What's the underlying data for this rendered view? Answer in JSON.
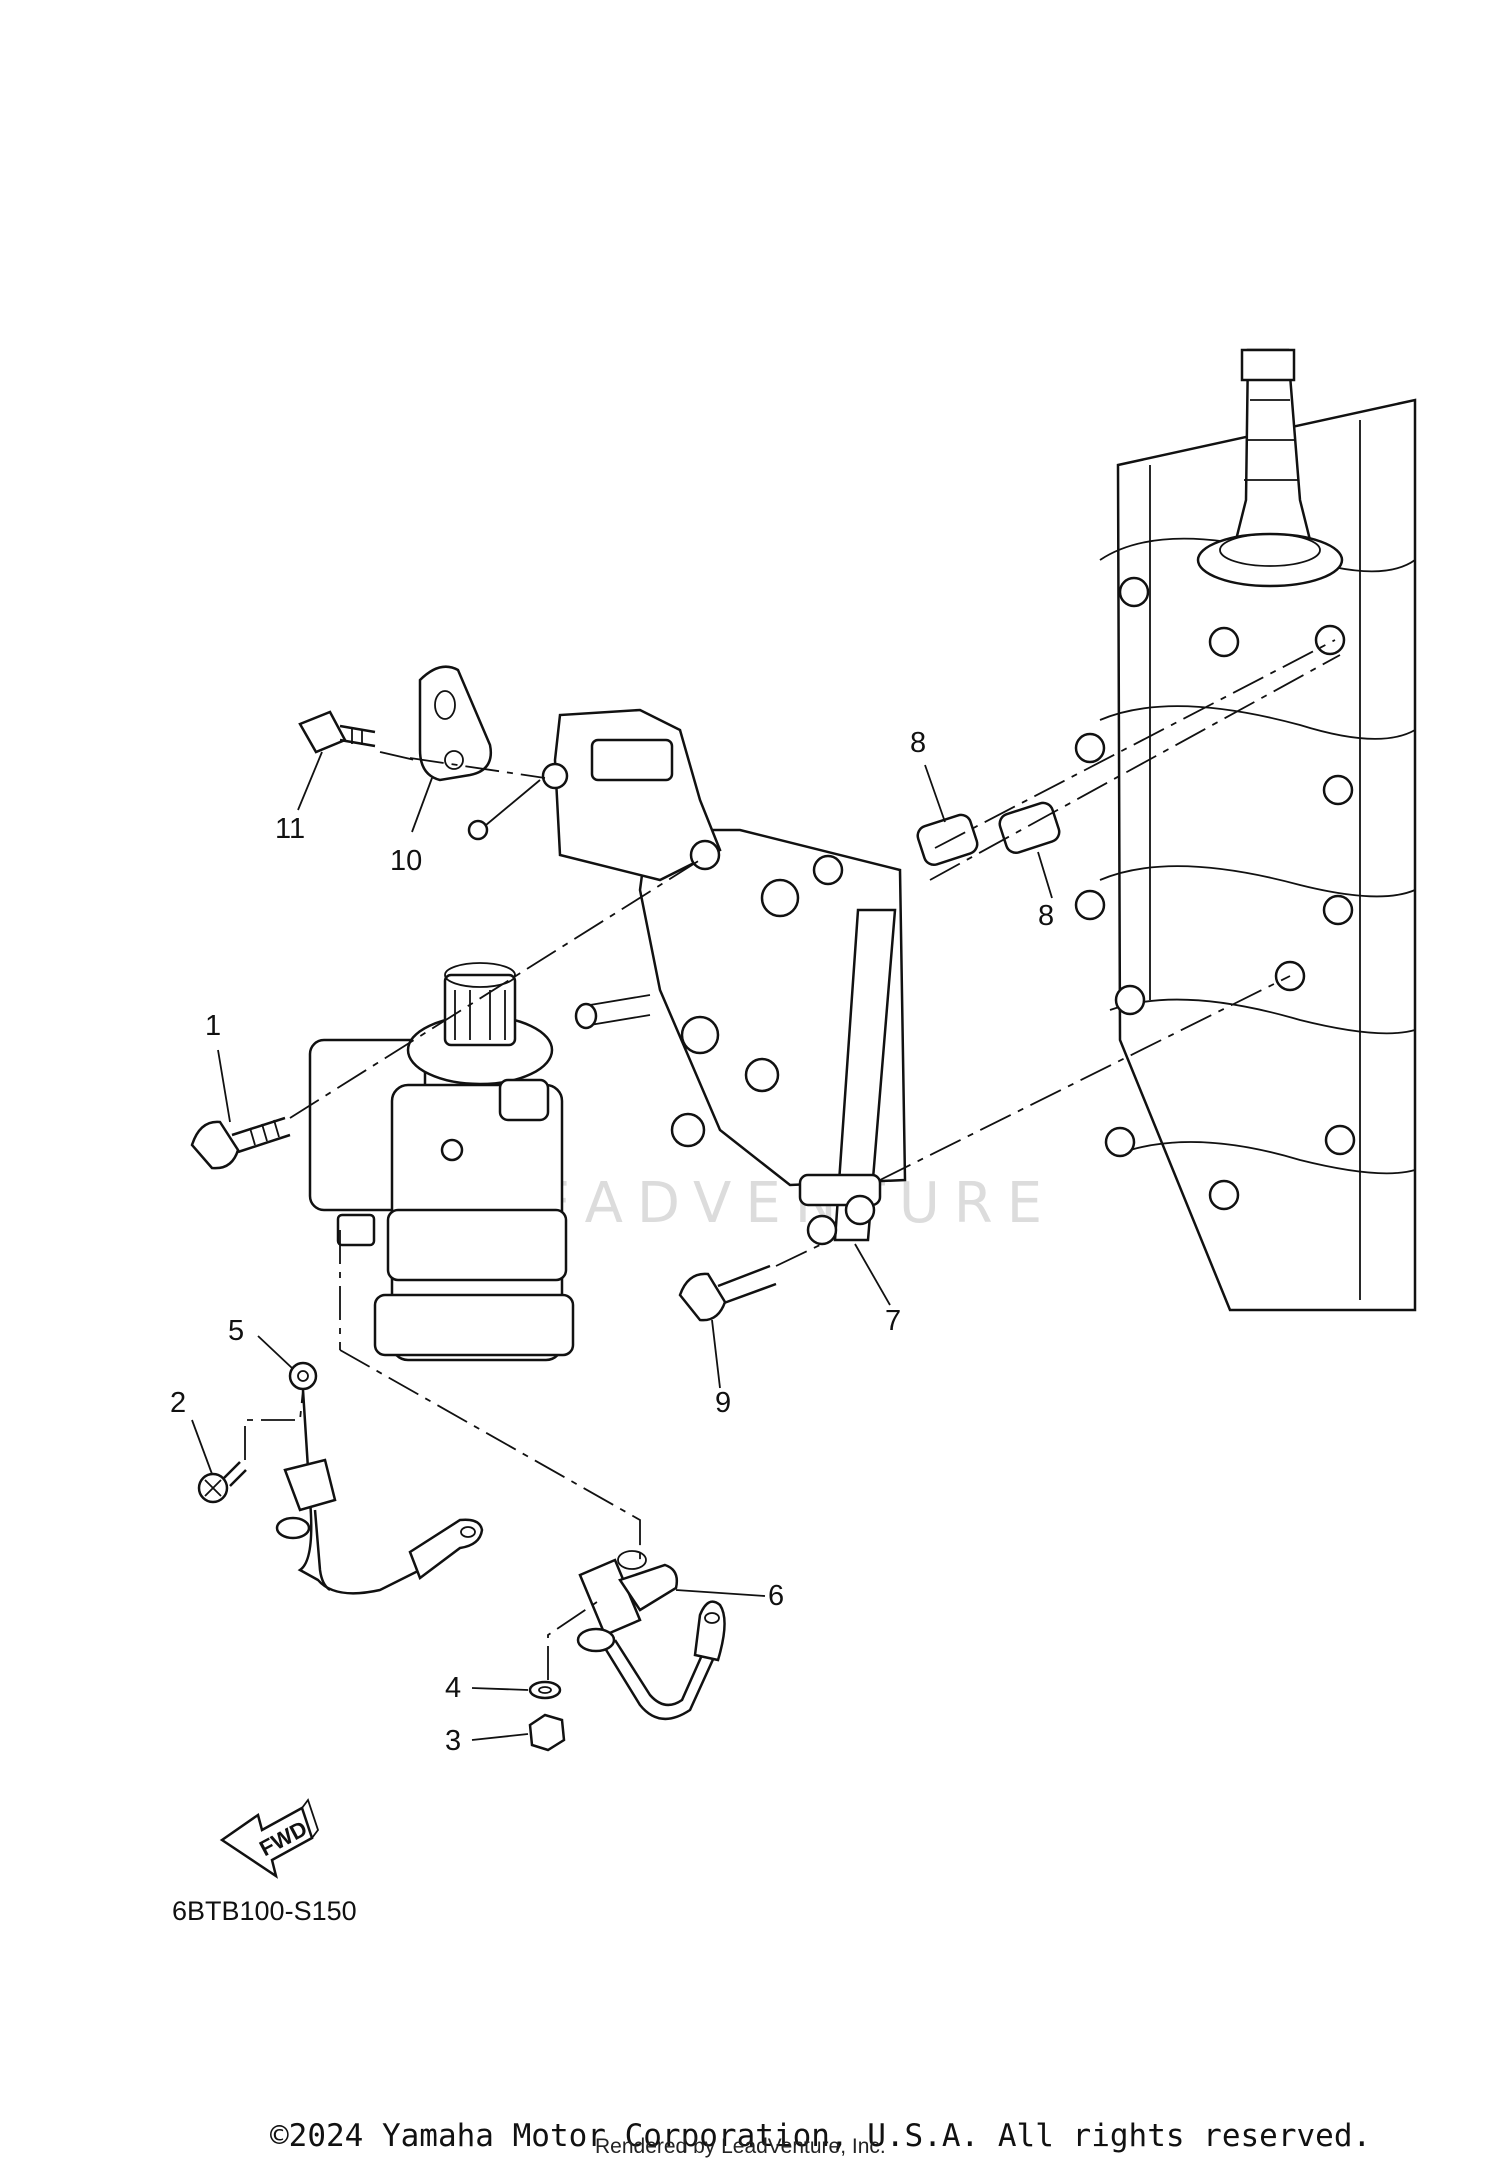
{
  "diagram": {
    "callouts": [
      {
        "id": "c1",
        "text": "1"
      },
      {
        "id": "c2",
        "text": "2"
      },
      {
        "id": "c3",
        "text": "3"
      },
      {
        "id": "c4",
        "text": "4"
      },
      {
        "id": "c5",
        "text": "5"
      },
      {
        "id": "c6",
        "text": "6"
      },
      {
        "id": "c7",
        "text": "7"
      },
      {
        "id": "c8a",
        "text": "8"
      },
      {
        "id": "c8b",
        "text": "8"
      },
      {
        "id": "c9",
        "text": "9"
      },
      {
        "id": "c10",
        "text": "10"
      },
      {
        "id": "c11",
        "text": "11"
      }
    ],
    "fwd_label": "FWD",
    "diagram_code": "6BTB100-S150",
    "watermark": "LEADVENTURE"
  },
  "footer": {
    "copyright": "©2024 Yamaha Motor Corporation, U.S.A. All rights reserved.",
    "rendered_by": "Rendered by LeadVenture, Inc."
  }
}
